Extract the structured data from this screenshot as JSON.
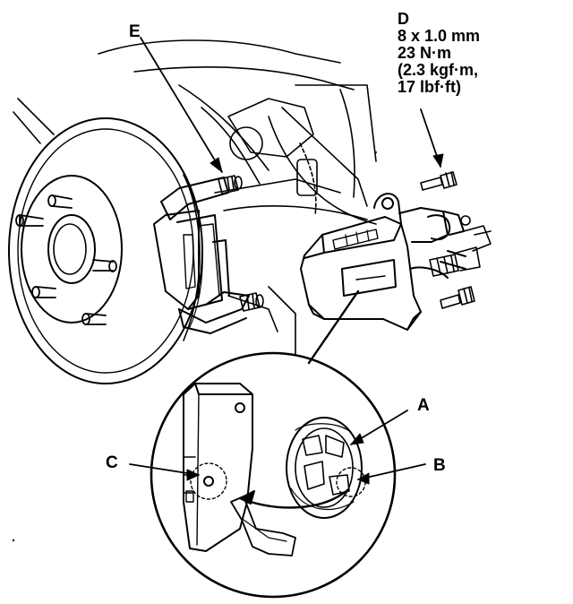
{
  "callouts": {
    "a": "A",
    "b": "B",
    "c": "C",
    "e": "E",
    "d": "D"
  },
  "torque_spec": {
    "bolt_size": "8 x 1.0 mm",
    "torque_nm": "23 N·m",
    "torque_kgfm": "(2.3 kgf·m,",
    "torque_lbfft": "17 lbf·ft)"
  }
}
